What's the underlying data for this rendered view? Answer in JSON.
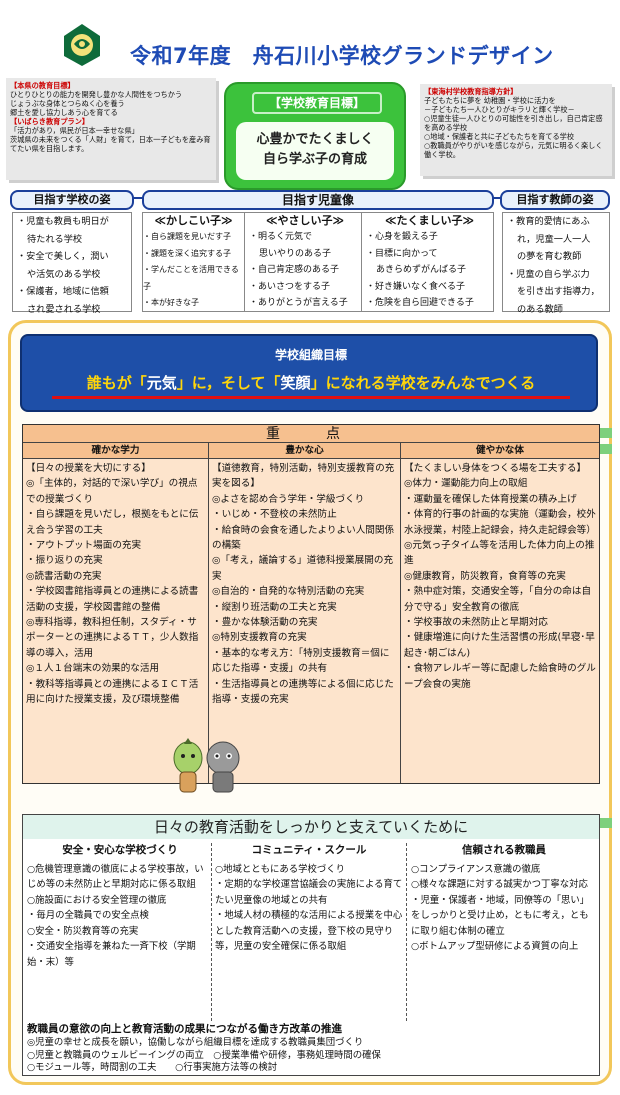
{
  "title": "令和7年度　舟石川小学校グランドデザイン",
  "pref_box": {
    "h1": "【本県の教育目標】",
    "t1": "ひとりひとりの能力を開発し豊かな人間性をつちかう\nじょうぶな身体とつらぬく心を養う\n郷土を愛し協力しあう心を育てる",
    "h2": "【いばらき教育プラン】",
    "t2": "「活力があり，県民が日本一幸せな県」\n茨城県の未来をつくる「人財」を育て，日本一子どもを産み育てたい県を目指します。"
  },
  "school_goal": {
    "title": "【学校教育目標】",
    "text": "心豊かでたくましく\n自ら学ぶ子の育成"
  },
  "east_box": {
    "h": "【東海村学校教育指導方針】",
    "t": "子どもたちに夢を 幼稚園・学校に活力を\n－子どもたち一人ひとりがキラリと輝く学校－\n○児童生徒一人ひとりの可能性を引き出し，自己肯定感を高める学校\n○地域・保護者と共に子どもたちを育てる学校\n○教職員がやりがいを感じながら，元気に明るく楽しく働く学校。"
  },
  "headers": {
    "school": "目指す学校の姿",
    "child": "目指す児童像",
    "teacher": "目指す教師の姿"
  },
  "school_col": [
    "・児童も教員も明日が",
    "待たれる学校",
    "・安全で美しく，潤い",
    "や活気のある学校",
    "・保護者，地域に信頼",
    "され愛される学校"
  ],
  "child_cols": [
    {
      "h": "≪かしこい子≫",
      "items": [
        "・自ら課題を見いだす子",
        "・課題を深く追究する子",
        "・学んだことを活用できる子",
        "・本が好きな子"
      ]
    },
    {
      "h": "≪やさしい子≫",
      "items": [
        "・明るく元気で",
        "思いやりのある子",
        "・自己肯定感のある子",
        "・あいさつをする子",
        "・ありがとうが言える子"
      ]
    },
    {
      "h": "≪たくましい子≫",
      "items": [
        "・心身を鍛える子",
        "・目標に向かって",
        "あきらめずがんばる子",
        "・好き嫌いなく食べる子",
        "・危険を自ら回避できる子"
      ]
    }
  ],
  "teacher_col": [
    "・教育的愛情にあふ",
    "れ，児童一人一人",
    "の夢を育む教師",
    "・児童の自ら学ぶ力",
    "を引き出す指導力，",
    "のある教師"
  ],
  "org": {
    "title": "学校組織目標",
    "s1": "誰もが「",
    "s2": "元気",
    "s3": "」に，そして「",
    "s4": "笑顔",
    "s5": "」になれる学校を",
    "s6": "みんなでつくる"
  },
  "juten": {
    "title": "重　点",
    "cols": [
      {
        "h": "確かな学力",
        "text": "【日々の授業を大切にする】\n◎「主体的，対話的で深い学び」の視点での授業づくり\n・自ら課題を見いだし，根拠をもとに伝え合う学習の工夫\n・アウトプット場面の充実\n・振り返りの充実\n◎読書活動の充実\n・学校図書館指導員との連携による読書活動の支援，学校図書館の整備\n◎専科指導，教科担任制，スタディ・サポーターとの連携によるＴＴ，少人数指導の導入，活用\n◎１人１台端末の効果的な活用\n・教科等指導員との連携によるＩＣＴ活用に向けた授業支援，及び環境整備"
      },
      {
        "h": "豊かな心",
        "text": "【道徳教育，特別活動，特別支援教育の充実を図る】\n◎よさを認め合う学年・学級づくり\n・いじめ・不登校の未然防止\n・給食時の会食を通したよりよい人間関係の構築\n◎「考え，議論する」道徳科授業展開の充実\n◎自治的・自発的な特別活動の充実\n・縦割り班活動の工夫と充実\n・豊かな体験活動の充実\n◎特別支援教育の充実\n・基本的な考え方：「特別支援教育＝個に応じた指導・支援」の共有\n・生活指導員との連携等による個に応じた指導・支援の充実"
      },
      {
        "h": "健やかな体",
        "text": "【たくましい身体をつくる場を工夫する】\n◎体力・運動能力向上の取組\n・運動量を確保した体育授業の積み上げ\n・体育的行事の計画的な実施（運動会，校外水泳授業，村陸上記録会，持久走記録会等）\n◎元気っ子タイム等を活用した体力向上の推進\n◎健康教育，防災教育，食育等の充実\n・熱中症対策，交通安全等，「自分の命は自分で守る」安全教育の徹底\n・学校事故の未然防止と早期対応\n・健康増進に向けた生活習慣の形成(早寝･早起き･朝ごはん)\n・食物アレルギー等に配慮した給食時のグループ会食の実施"
      }
    ]
  },
  "support": {
    "title": "日々の教育活動をしっかりと支えていくために",
    "cols": [
      {
        "h": "安全・安心な学校づくり",
        "text": "○危機管理意識の徹底による学校事故，いじめ等の未然防止と早期対応に係る取組\n○施設面における安全管理の徹底\n・毎月の全職員での安全点検\n○安全・防災教育等の充実\n・交通安全指導を兼ねた一斉下校（学期始・末）等"
      },
      {
        "h": "コミュニティ・スクール",
        "text": "○地域とともにある学校づくり\n・定期的な学校運営協議会の実施による育てたい児童像の地域との共有\n・地域人材の積極的な活用による授業を中心とした教育活動への支援，登下校の見守り等，児童の安全確保に係る取組"
      },
      {
        "h": "信頼される教職員",
        "text": "○コンプライアンス意識の徹底\n○様々な課題に対する誠実かつ丁寧な対応\n・児童・保護者・地域，同僚等の「思い」をしっかりと受け止め，ともに考え，ともに取り組む体制の確立\n○ボトムアップ型研修による資質の向上"
      }
    ],
    "reform_title": "教職員の意欲の向上と教育活動の成果につながる働き方改革の推進",
    "reform_text": "◎児童の幸せと成長を願い，協働しながら組織目標を達成する教職員集団づくり\n○児童と教職員のウェルビーイングの両立　○授業準備や研修，事務処理時間の確保\n○モジュール等，時間割の工夫　　○行事実施方法等の検討"
  }
}
